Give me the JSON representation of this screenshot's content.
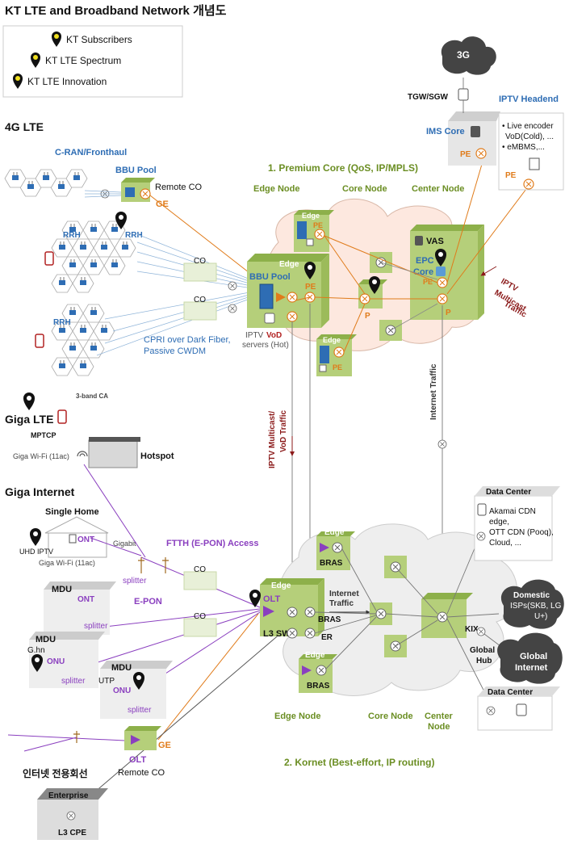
{
  "title": "KT LTE and Broadband Network 개념도",
  "legend": {
    "items": [
      "KT Subscribers",
      "KT LTE Spectrum",
      "KT LTE Innovation"
    ],
    "colors": [
      "#000000",
      "#000000",
      "#000000"
    ],
    "pin_accent": "#f0e020"
  },
  "sections": {
    "lte": "4G LTE",
    "giga_lte": "Giga LTE",
    "giga_internet": "Giga Internet",
    "premium_core": "1. Premium Core (QoS, IP/MPLS)",
    "kornet": "2. Kornet (Best-effort, IP routing)",
    "leased": "인터넷 전용회선"
  },
  "ran": {
    "cran": "C-RAN/Fronthaul",
    "bbu_pool": "BBU Pool",
    "remote_co": "Remote CO",
    "ge": "GE",
    "rrh": "RRH",
    "co": "CO",
    "cpri": "CPRI over Dark Fiber,",
    "cwdm": "Passive CWDM",
    "ca": "3-band CA",
    "mptcp": "MPTCP",
    "wifi": "Giga Wi-Fi (11ac)",
    "hotspot": "Hotspot"
  },
  "core_top": {
    "edge_node": "Edge Node",
    "core_node": "Core Node",
    "center_node": "Center Node",
    "edge": "Edge",
    "pe": "PE",
    "p": "P",
    "bbu_pool": "BBU Pool",
    "vas": "VAS",
    "epc": "EPC",
    "core": "Core",
    "iptv": "IPTV",
    "vod": "VoD",
    "servers": "servers (Hot)",
    "ims_core": "IMS Core",
    "tgw": "TGW/SGW",
    "g3": "3G",
    "iptv_headend": "IPTV Headend",
    "headend_lines": [
      "• Live encoder",
      "VoD(Cold), ...",
      "• eMBMS,..."
    ],
    "iptv_multicast": [
      "IPTV",
      "Multicast",
      "Traffic"
    ],
    "vertical_multicast": [
      "IPTV Multicast/",
      "VoD Traffic"
    ],
    "internet_traffic": "Internet Traffic"
  },
  "access": {
    "single_home": "Single Home",
    "ont": "ONT",
    "uhd_iptv": "UHD IPTV",
    "gigabit": "Gigabit",
    "home_wifi": "Giga Wi-Fi (11ac)",
    "ftth": "FTTH (E-PON) Access",
    "splitter": "splitter",
    "mdu": "MDU",
    "epon": "E-PON",
    "ghn": "G.hn",
    "onu": "ONU",
    "utp": "UTP",
    "co": "CO",
    "olt": "OLT",
    "ge": "GE",
    "remote_co": "Remote CO",
    "enterprise": "Enterprise",
    "l3cpe": "L3 CPE"
  },
  "kornet": {
    "edge": "Edge",
    "bras": "BRAS",
    "olt": "OLT",
    "l3sw": "L3 SW",
    "er": "ER",
    "internet_traffic": [
      "Internet",
      "Traffic"
    ],
    "edge_node": "Edge Node",
    "core_node": "Core Node",
    "center_node": [
      "Center",
      "Node"
    ],
    "kix": "KIX",
    "global_hub": [
      "Global",
      "Hub"
    ],
    "data_center": "Data Center",
    "dc_lines": [
      "Akamai CDN",
      "edge,",
      "OTT CDN (Pooq),",
      "Cloud, ..."
    ],
    "domestic": [
      "Domestic",
      "ISPs(SKB, LG",
      "U+)"
    ],
    "global_internet": [
      "Global",
      "Internet"
    ]
  },
  "colors": {
    "green_label": "#6b8e23",
    "blue_label": "#2e6db4",
    "orange": "#e07b1a",
    "purple": "#8a3fbf",
    "dark_red": "#8b1a1a",
    "box_green": "#b5cf7a",
    "box_green_top": "#8db04a",
    "core_cloud": "#fde8df",
    "kornet_cloud": "#eeeeee"
  }
}
